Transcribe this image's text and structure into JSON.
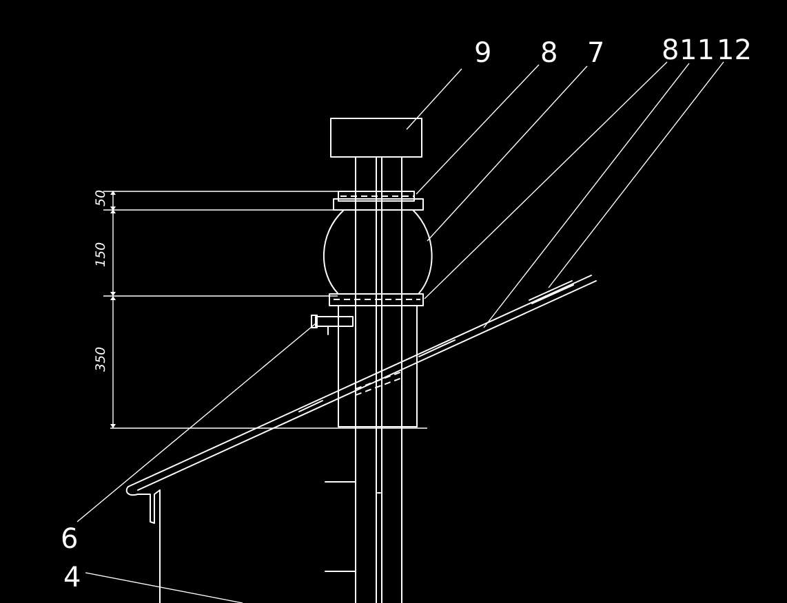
{
  "diagram": {
    "callouts": [
      {
        "id": "c9",
        "text": "9"
      },
      {
        "id": "c8a",
        "text": "8"
      },
      {
        "id": "c7",
        "text": "7"
      },
      {
        "id": "c8b",
        "text": "8"
      },
      {
        "id": "c11",
        "text": "11"
      },
      {
        "id": "c12",
        "text": "12"
      },
      {
        "id": "c6",
        "text": "6"
      },
      {
        "id": "c4",
        "text": "4"
      }
    ],
    "dimensions": [
      {
        "id": "d50",
        "text": "50"
      },
      {
        "id": "d150",
        "text": "150"
      },
      {
        "id": "d350",
        "text": "350"
      }
    ],
    "colors": {
      "background": "#000000",
      "line": "#ffffff"
    }
  }
}
